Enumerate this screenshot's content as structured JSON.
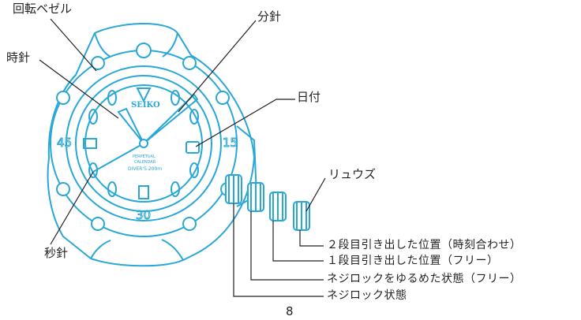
{
  "callouts": {
    "bezel": "回転ベゼル",
    "hour_hand": "時針",
    "minute_hand": "分針",
    "date": "日付",
    "second_hand": "秒針",
    "crown": "リュウズ"
  },
  "crown_positions": [
    "２段目引き出した位置（時刻合わせ）",
    "１段目引き出した位置（フリー）",
    "ネジロックをゆるめた状態（フリー）",
    "ネジロック状態"
  ],
  "dial": {
    "brand": "SEIKO",
    "line1": "PERPETUAL",
    "line2": "CALENDAR",
    "line3": "DIVER'S 200m",
    "bezel_numbers": [
      "15",
      "30",
      "45"
    ]
  },
  "page_number": "8",
  "colors": {
    "watch_line": "#29a7d6",
    "text": "#231f20"
  }
}
